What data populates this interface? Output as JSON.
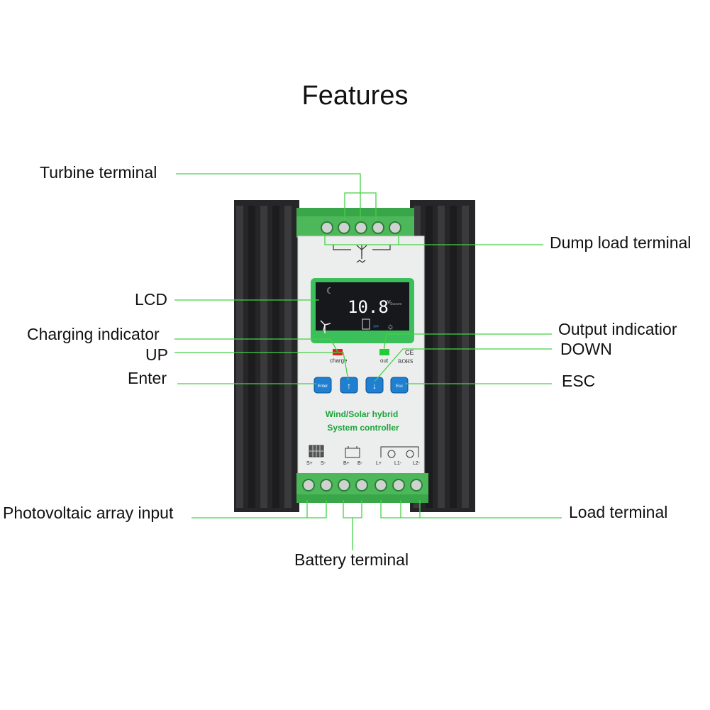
{
  "title": "Features",
  "labels": {
    "turbine_terminal": "Turbine terminal",
    "dump_load_terminal": "Dump load terminal",
    "lcd": "LCD",
    "charging_indicator": "Charging indicator",
    "output_indicator": "Output indicatior",
    "up": "UP",
    "down": "DOWN",
    "enter": "Enter",
    "esc": "ESC",
    "photovoltaic_array_input": "Photovoltaic array input",
    "load_terminal": "Load terminal",
    "battery_terminal": "Battery terminal"
  },
  "device": {
    "product_line1": "Wind/Solar hybrid",
    "product_line2": "System controller",
    "lcd_reading": "10.8",
    "lcd_unit": "V",
    "lcd_small_text": "Succes",
    "led_charge_label": "charge",
    "led_out_label": "out",
    "cert_ce": "CE",
    "cert_rohs": "ROHS",
    "btn_enter": "Enter",
    "btn_esc": "Esc",
    "terminals_bottom": [
      "S+",
      "S-",
      "B+",
      "B-",
      "L+",
      "L1-",
      "L2-"
    ]
  },
  "colors": {
    "callout_line": "#44d144",
    "terminal_green": "#3aa64a",
    "heatsink": "#2a2a2c",
    "panel_face": "#eceeed",
    "lcd_screen": "#16181c",
    "lcd_frame": "#3bbf5a",
    "button_blue": "#1f7fd0",
    "led_red": "#e02020",
    "led_green": "#22cc33",
    "product_text_green": "#1aa43a"
  }
}
